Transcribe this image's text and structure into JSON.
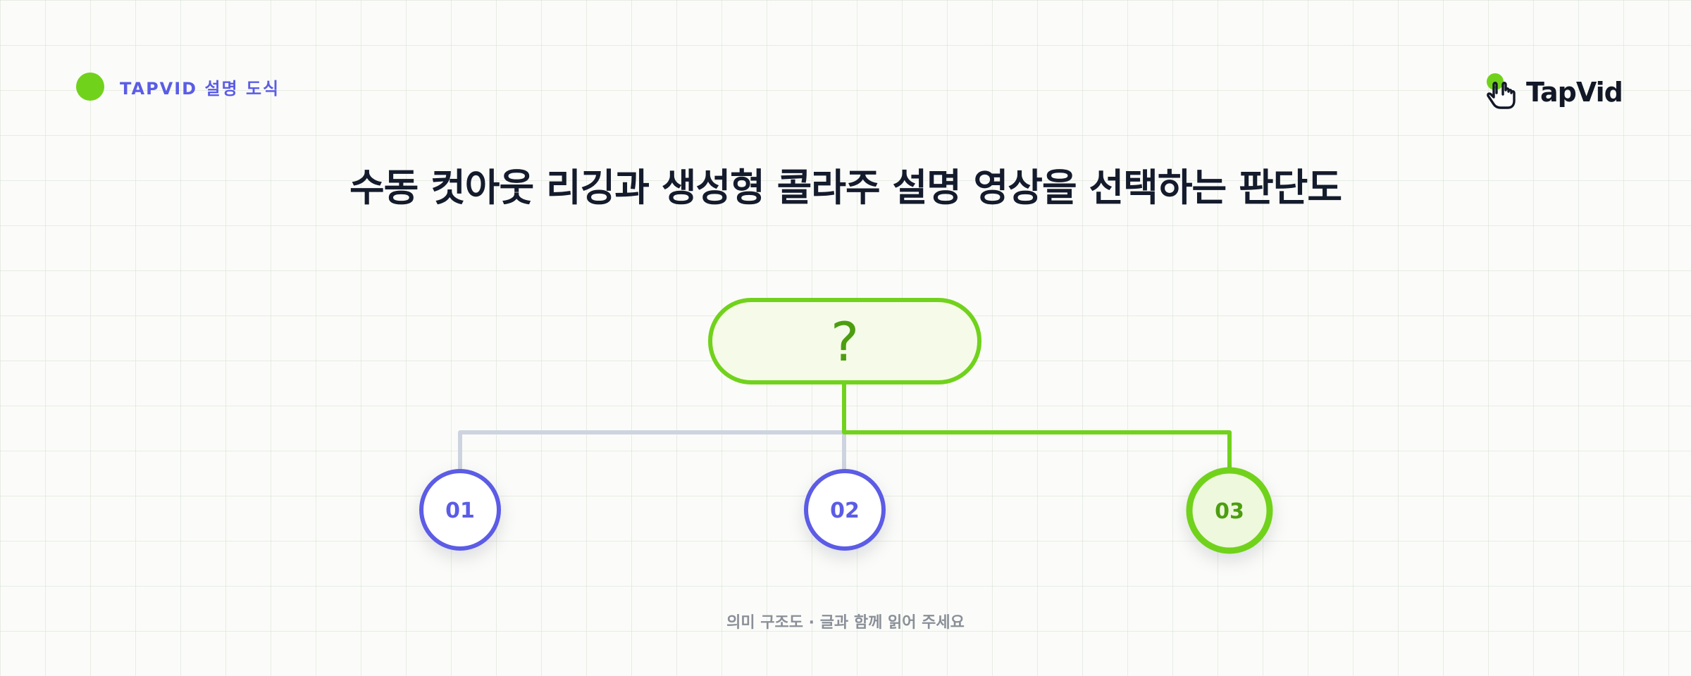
{
  "header": {
    "tag_label": "TAPVID 설명 도식",
    "logo_text": "TapVid",
    "logo_icon": "pointer-hand-icon"
  },
  "title": "수동 컷아웃 리깅과 생성형 콜라주 설명 영상을 선택하는 판단도",
  "diagram": {
    "root": {
      "label": "?"
    },
    "options": [
      {
        "label": "01",
        "highlighted": false
      },
      {
        "label": "02",
        "highlighted": false
      },
      {
        "label": "03",
        "highlighted": true
      }
    ]
  },
  "caption": "의미 구조도 · 글과 함께 읽어 주세요",
  "colors": {
    "accent_green": "#71d21c",
    "accent_purple": "#5b5ce6",
    "connector_gray": "#cdd4e0",
    "title_dark": "#141b2c"
  }
}
